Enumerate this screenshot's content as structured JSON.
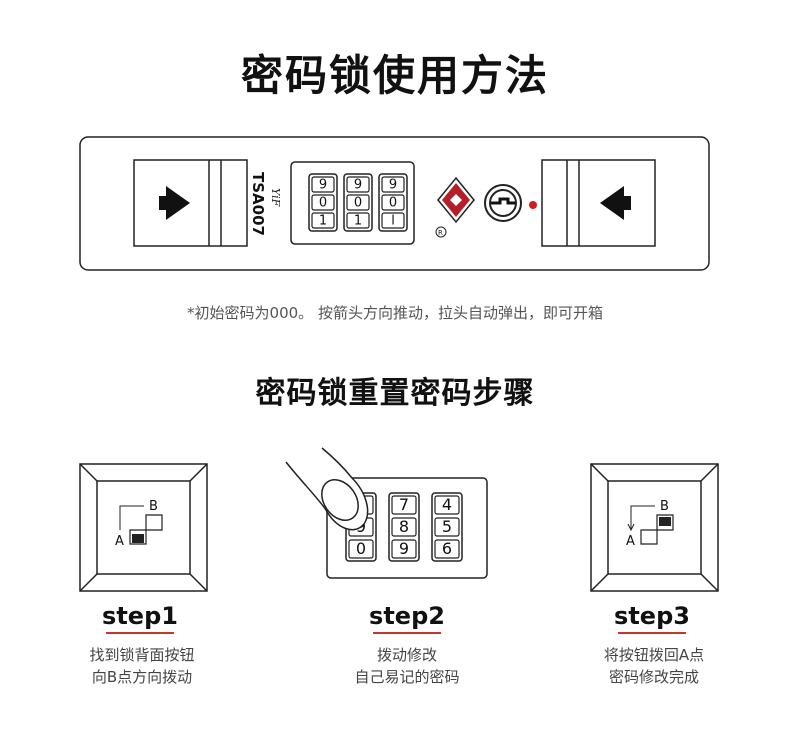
{
  "title": "密码锁使用方法",
  "lock": {
    "brand": "YiF",
    "model": "TSA007",
    "dials": [
      [
        "9",
        "0",
        "1"
      ],
      [
        "9",
        "0",
        "1"
      ],
      [
        "9",
        "0",
        "l"
      ]
    ],
    "registered": "R"
  },
  "note": "*初始密码为000。 按箭头方向推动，拉头自动弹出，即可开箱",
  "subtitle": "密码锁重置密码步骤",
  "steps": [
    {
      "label": "step1",
      "line1": "找到锁背面按钮",
      "line2": "向B点方向拨动",
      "mark_a": "A",
      "mark_b": "B"
    },
    {
      "label": "step2",
      "line1": "拨动修改",
      "line2": "自己易记的密码",
      "dials": [
        [
          "8",
          "9",
          "0"
        ],
        [
          "7",
          "8",
          "9"
        ],
        [
          "4",
          "5",
          "6"
        ]
      ]
    },
    {
      "label": "step3",
      "line1": "将按钮拨回A点",
      "line2": "密码修改完成",
      "mark_a": "A",
      "mark_b": "B"
    }
  ],
  "colors": {
    "accent": "#c0392b",
    "lock_red": "#b3202a"
  }
}
